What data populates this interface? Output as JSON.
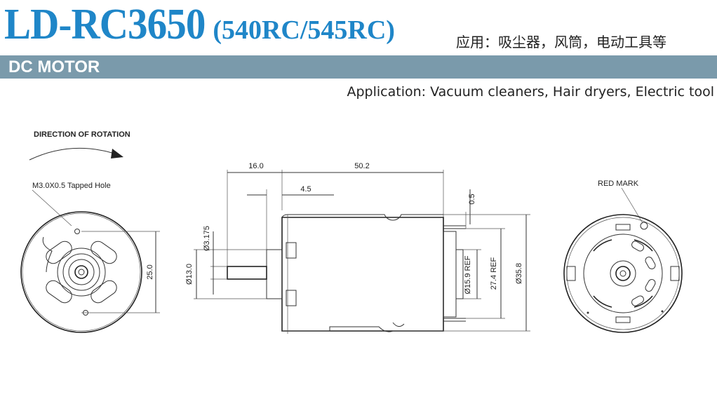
{
  "header": {
    "model": "LD-RC3650",
    "variants": "(540RC/545RC)",
    "application_cn": "应用：吸尘器，风筒，电动工具等",
    "category": "DC MOTOR",
    "application_en": "Application: Vacuum cleaners, Hair dryers, Electric tool"
  },
  "drawing": {
    "rotation_label": "DIRECTION OF ROTATION",
    "tapped_hole_label": "M3.0X0.5 Tapped Hole",
    "red_mark_label": "RED MARK",
    "dims": {
      "shaft_length": "16.0",
      "body_length": "50.2",
      "boss_length": "4.5",
      "gap": "0.5",
      "shaft_dia": "Ø3.175",
      "boss_dia": "Ø13.0",
      "hole_spacing": "25.0",
      "bearing_dia": "Ø15.9 REF",
      "terminal_span": "27.4 REF",
      "body_dia": "Ø35.8"
    }
  },
  "colors": {
    "title": "#1f86c8",
    "banner": "#7a9aab"
  }
}
